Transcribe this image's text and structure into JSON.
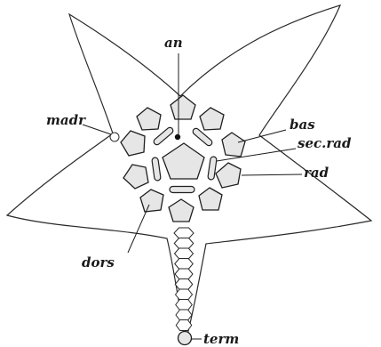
{
  "labels": {
    "an": "an",
    "madr": "madr",
    "bas": "bas",
    "sec_rad": "sec.rad",
    "rad": "rad",
    "dors": "dors",
    "term": "term"
  },
  "structures": [
    "anal-opening",
    "madreporite",
    "centro-dorsal-plate",
    "basal-plates",
    "radial-plates",
    "secondary-radial-plates",
    "dorsal-ossicles",
    "terminal-plate"
  ],
  "colors": {
    "plate_fill": "#e6e6e6",
    "line": "#1f1f1f",
    "background": "#ffffff"
  }
}
